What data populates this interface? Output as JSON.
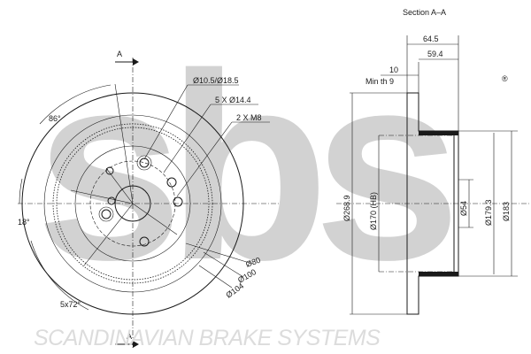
{
  "section_title": "Section A–A",
  "section_marker": "A",
  "watermark": "sbs",
  "registered_mark": "®",
  "brand_footer": "SCANDINAVIAN BRAKE SYSTEMS",
  "front_view": {
    "angle_top": "86°",
    "angle_side": "18°",
    "bolt_pattern_angle": "5x72°",
    "hole_callout_1": "Ø10.5/Ø18.5",
    "hole_callout_2": "5 X Ø14.4",
    "hole_callout_3": "2 X M8",
    "diameter_1": "Ø80",
    "diameter_2": "Ø100",
    "diameter_3": "Ø104"
  },
  "section_view": {
    "overall_height": "64.5",
    "hat_height": "59.4",
    "thickness": "10",
    "min_thickness": "Min th 9",
    "disc_diameter": "Ø268.9",
    "hb_diameter": "Ø170 (HB)",
    "center_bore": "Ø54",
    "hat_diameter": "Ø179.3",
    "outer_diameter": "Ø183"
  }
}
